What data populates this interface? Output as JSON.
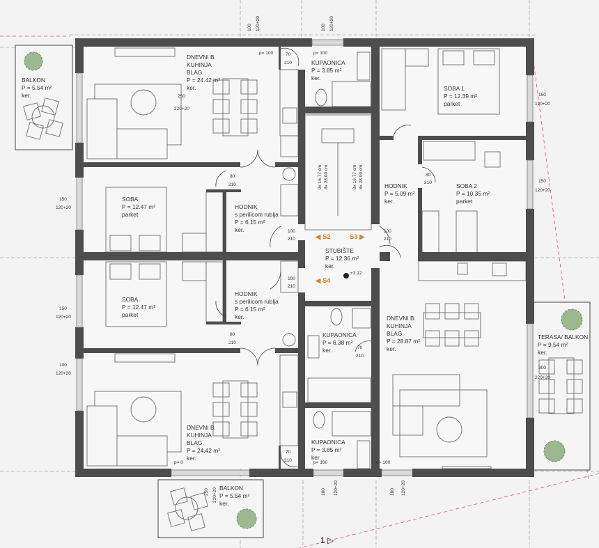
{
  "rooms": {
    "living_top_left": {
      "l1": "DNEVNI B.",
      "l2": "KUHINJA",
      "l3": "BLAG.",
      "area": "P = 24.42 m²",
      "floor": "ker."
    },
    "balcony_left": {
      "l1": "BALKON",
      "area": "P = 5.54 m²",
      "floor": "ker."
    },
    "room_left_upper": {
      "l1": "SOBA",
      "area": "P = 12.47 m²",
      "floor": "parket"
    },
    "hall_left_upper": {
      "l1": "HODNIK",
      "l2": "s perilicom rublja",
      "area": "P = 6.15 m²",
      "floor": "ker."
    },
    "room_left_lower": {
      "l1": "SOBA",
      "area": "P = 12.47 m²",
      "floor": "parket"
    },
    "hall_left_lower": {
      "l1": "HODNIK",
      "l2": "s perilicom rublja",
      "area": "P = 6.15 m²",
      "floor": "ker."
    },
    "living_bottom_left": {
      "l1": "DNEVNI B.",
      "l2": "KUHINJA",
      "l3": "BLAG.",
      "area": "P = 24.42 m²",
      "floor": "ker."
    },
    "balcony_bottom": {
      "l1": "BALKON",
      "area": "P = 5.54 m²",
      "floor": "ker."
    },
    "bath_top": {
      "l1": "KUPAONICA",
      "area": "P = 3.85 m²",
      "floor": "ker."
    },
    "bath_middle": {
      "l1": "KUPAONICA",
      "area": "P = 6.38 m²",
      "floor": "ker."
    },
    "bath_bottom": {
      "l1": "KUPAONICA",
      "area": "P = 3.85 m²",
      "floor": "ker."
    },
    "staircase": {
      "l1": "STUBIŠTE",
      "area": "P = 12.36 m²",
      "floor": "ker."
    },
    "room1": {
      "l1": "SOBA 1",
      "area": "P = 12.39 m²",
      "floor": "parket"
    },
    "hall_right": {
      "l1": "HODNIK",
      "area": "P = 5.09 m²",
      "floor": "ker."
    },
    "room2": {
      "l1": "SOBA 2",
      "area": "P = 10.35 m²",
      "floor": "parket"
    },
    "living_right": {
      "l1": "DNEVNI B.",
      "l2": "KUHINJA",
      "l3": "BLAG.",
      "area": "P = 28.87 m²",
      "floor": "ker."
    },
    "terrace": {
      "l1": "TERASA/ BALKON",
      "area": "P = 9.54 m²",
      "floor": "ker."
    }
  },
  "markers": {
    "s2": "S2",
    "s3": "S3",
    "s4": "S4",
    "level": "+3.12",
    "section": "1"
  },
  "stairs": {
    "riser": "9x 16.77 cm",
    "tread": "8x 28.00 cm"
  },
  "dims": {
    "p100": "p= 100",
    "p0": "p= 0",
    "d70": "70",
    "d80": "80",
    "d100": "100",
    "d120": "120",
    "d150": "150",
    "d250": "250",
    "d300": "300",
    "d210": "210",
    "w120": "120+20",
    "w220": "220+20"
  },
  "colors": {
    "wall": "#4d4d4d",
    "accent": "#d9822b",
    "site_line": "#d9546b",
    "vegetation": "#9bb890"
  }
}
